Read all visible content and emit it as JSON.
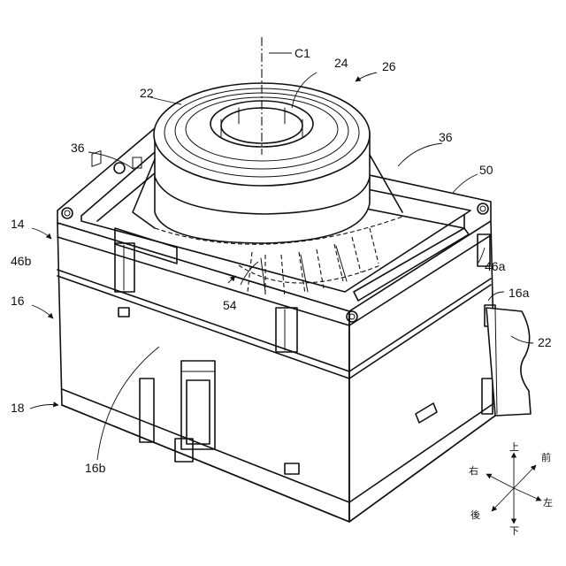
{
  "labels": {
    "c1": "C1",
    "n24": "24",
    "n26": "26",
    "n22_top": "22",
    "n36_left": "36",
    "n36_right": "36",
    "n50": "50",
    "n14": "14",
    "n46b": "46b",
    "n46a": "46a",
    "n16a": "16a",
    "n16": "16",
    "n54": "54",
    "n22_right": "22",
    "n18": "18",
    "n16b": "16b"
  },
  "compass": {
    "up": "上",
    "front": "前",
    "right": "右",
    "left": "左",
    "back": "後",
    "down": "下"
  }
}
